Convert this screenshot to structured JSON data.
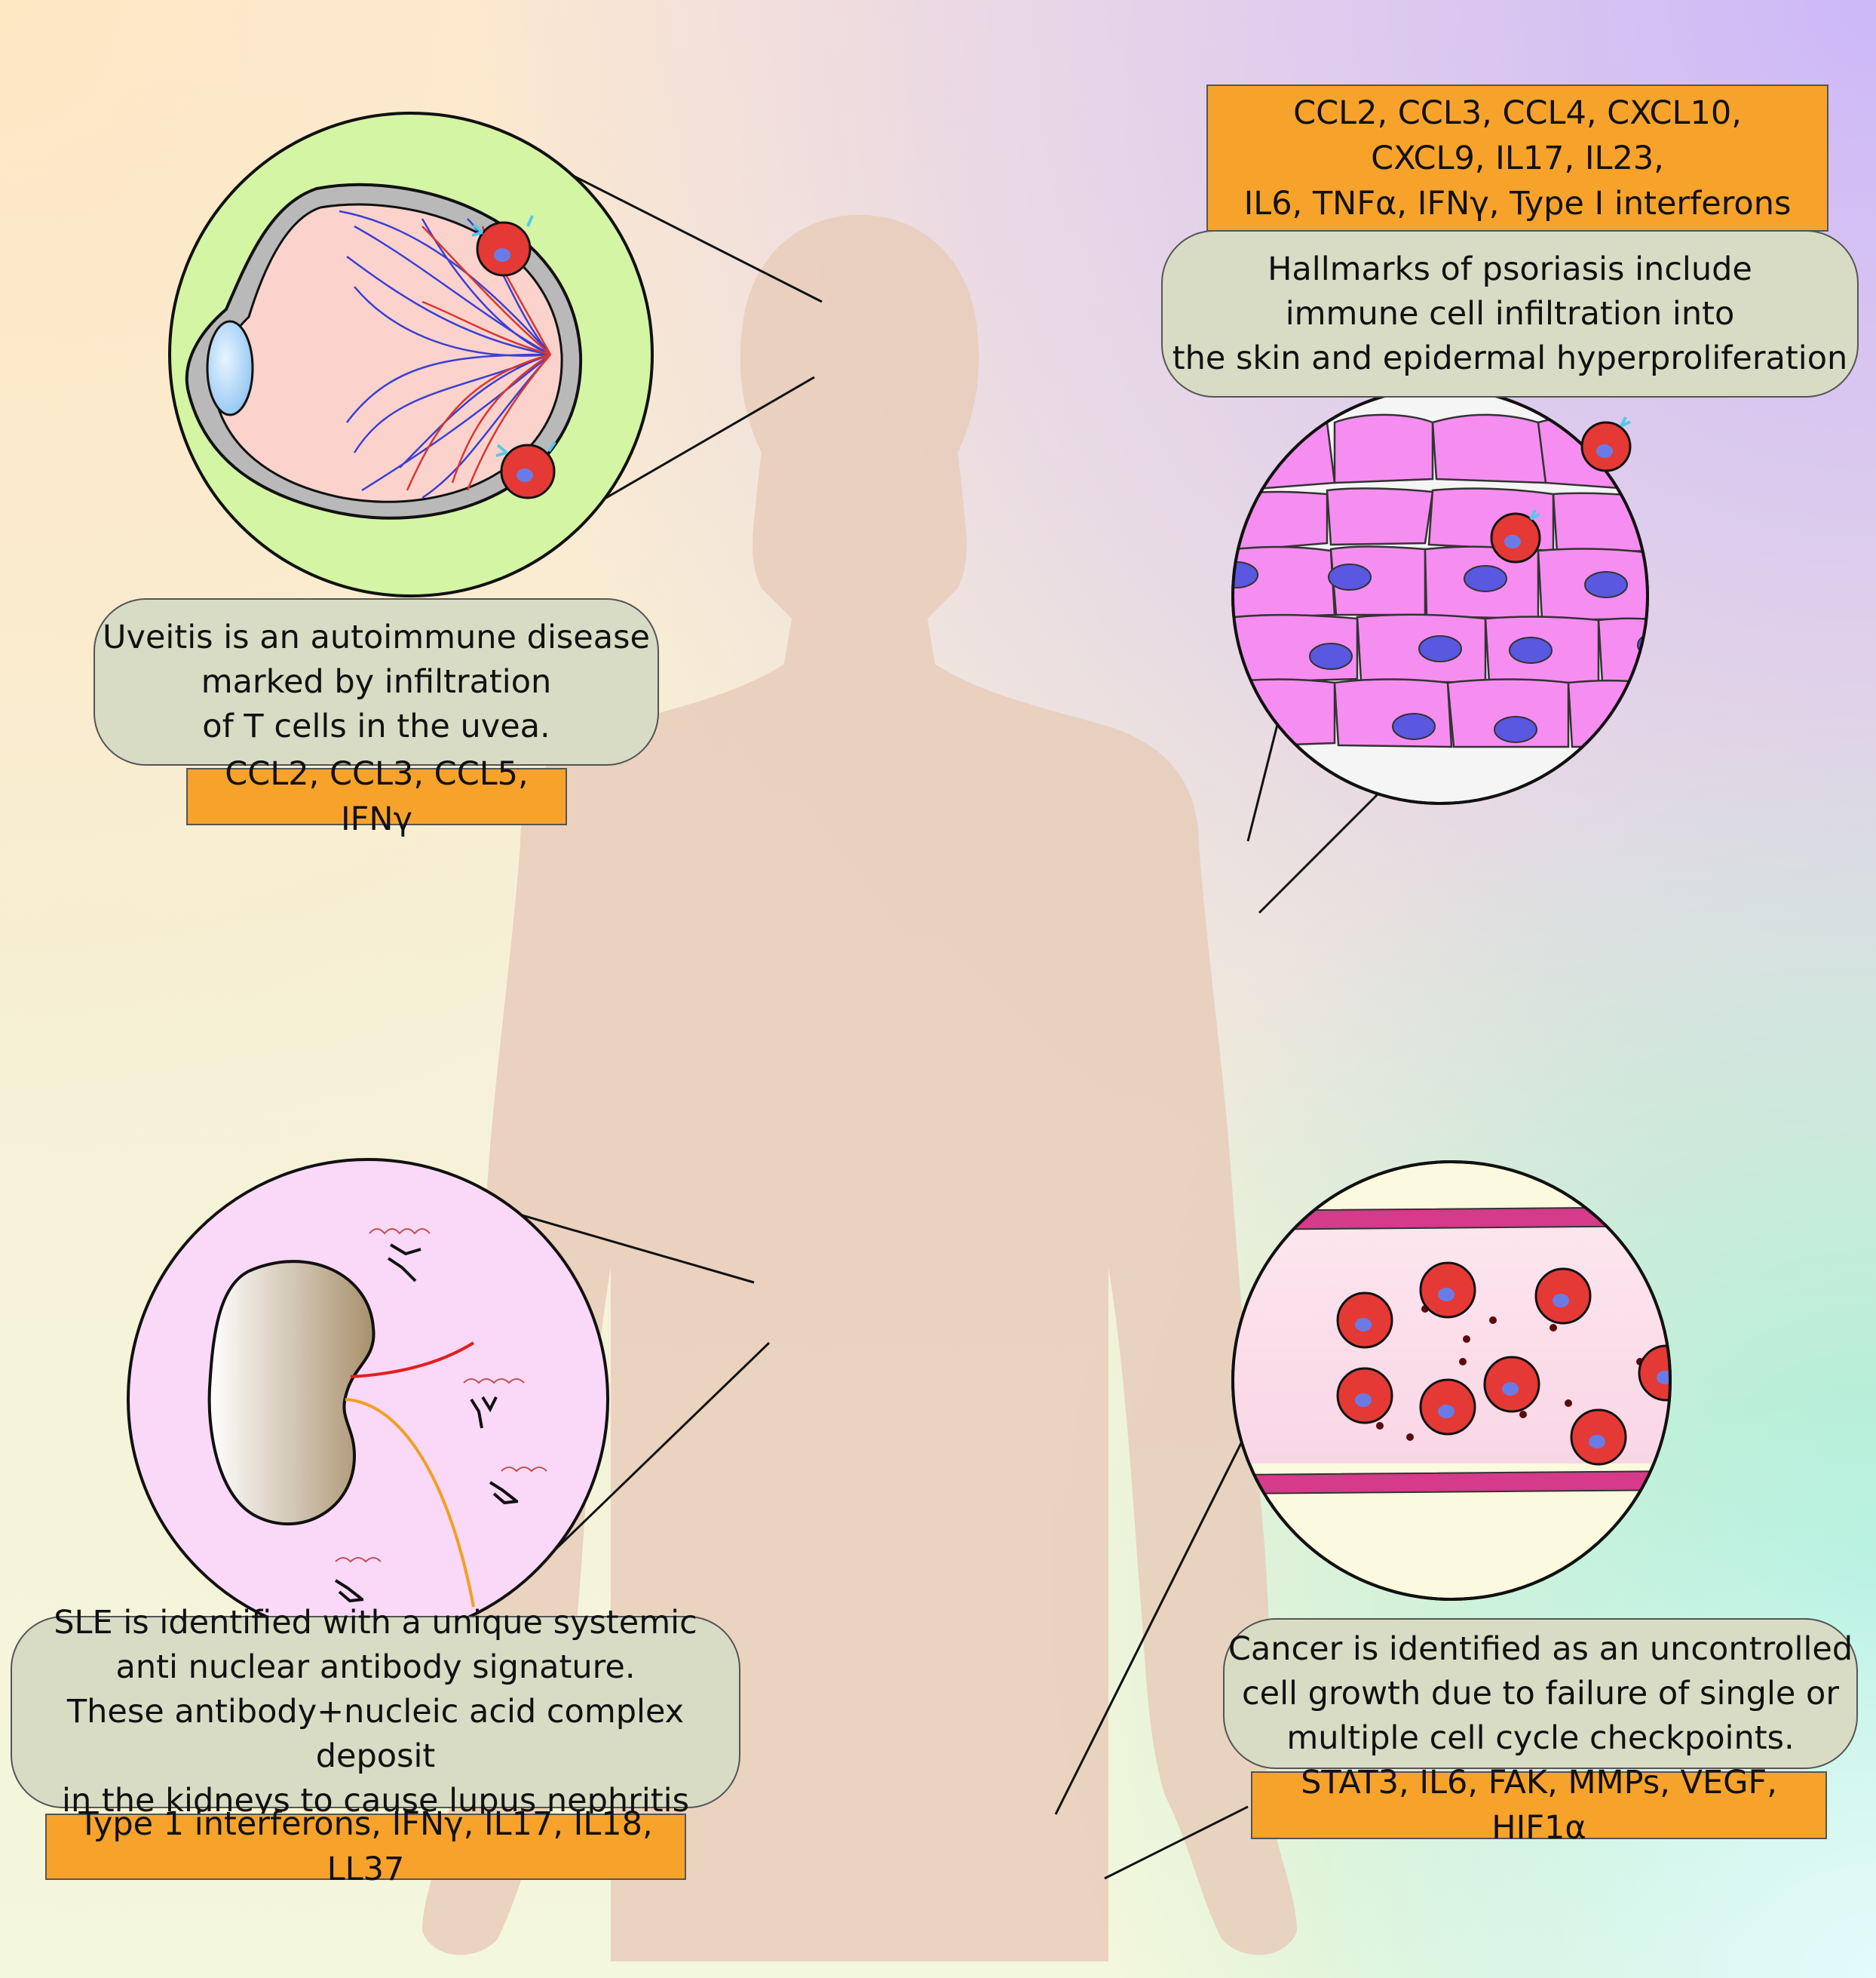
{
  "colors": {
    "figure": "#e7ccba",
    "note_fill": "#d8dcc4",
    "cytokine_fill": "#f7a32b",
    "immune_cell": "#e53935",
    "eye_ring": "#d4f5a4",
    "skin_cell": "#f58ef0",
    "vessel_wall": "#d63a8a"
  },
  "panels": {
    "uveitis": {
      "organ": "eye",
      "description": [
        "Uveitis is an autoimmune disease",
        "marked by infiltration",
        "of T cells in the uvea."
      ],
      "cytokines": "CCL2, CCL3, CCL5, IFNγ"
    },
    "psoriasis": {
      "organ": "skin",
      "cytokines": [
        "CCL2, CCL3, CCL4, CXCL10,",
        "CXCL9, IL17, IL23,",
        "IL6, TNFα, IFNγ, Type I interferons"
      ],
      "description": [
        "Hallmarks of psoriasis include",
        "immune cell infiltration into",
        "the skin and epidermal hyperproliferation"
      ]
    },
    "sle": {
      "organ": "kidney",
      "description": [
        "SLE is identified with a unique systemic",
        "anti nuclear antibody signature.",
        "These antibody+nucleic acid complex deposit",
        "in the kidneys to cause lupus nephritis"
      ],
      "cytokines": "Type 1 interferons, IFNγ, IL17, IL18, LL37"
    },
    "cancer": {
      "organ": "blood vessel",
      "description": [
        "Cancer is identified as an uncontrolled",
        "cell growth due to failure of single or",
        "multiple cell cycle checkpoints."
      ],
      "cytokines": "STAT3, IL6, FAK, MMPs, VEGF, HIF1α"
    }
  }
}
